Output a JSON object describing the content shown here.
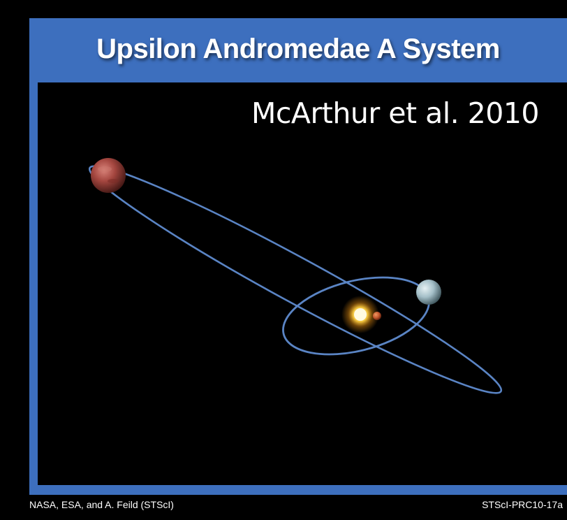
{
  "title": "Upsilon Andromedae A System",
  "citation": "McArthur et al. 2010",
  "credits": {
    "left": "NASA, ESA, and A. Feild (STScI)",
    "right": "STScI-PRC10-17a"
  },
  "colors": {
    "frame": "#3d6fbe",
    "background": "#000000",
    "orbit": "#5a84c4",
    "star": "#ffd34a",
    "outer_planet": "#a84a44",
    "middle_planet": "#a9c3cc",
    "inner_planet": "#c5572d"
  },
  "icons": [
    "star-icon",
    "planet-icon"
  ]
}
